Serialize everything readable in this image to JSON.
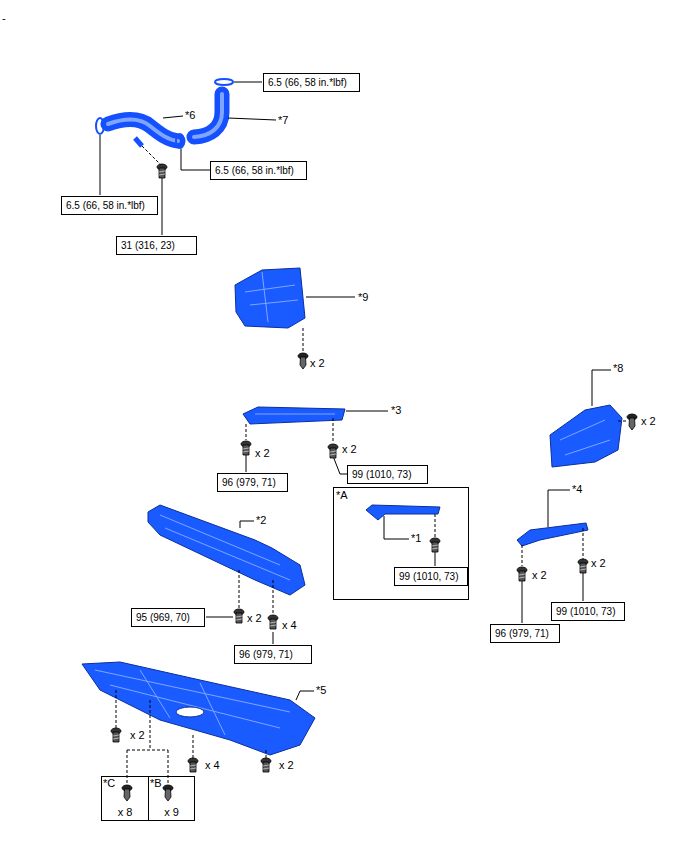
{
  "diagram": {
    "nodes": [
      {
        "text": [
          "6.5 (66, 58 in.*lbf)"
        ]
      },
      {
        "text": [
          "6.5 (66, 58 in.*lbf)"
        ]
      },
      {
        "text": [
          "6.5 (66, 58 in.*lbf)"
        ]
      },
      {
        "text": [
          "31 (316, 23)"
        ]
      },
      {
        "text": [
          "96 (979, 71)"
        ]
      },
      {
        "text": [
          "99 (1010, 73)"
        ]
      },
      {
        "text": [
          "*A"
        ]
      },
      {
        "text": [
          "99 (1010, 73)"
        ],
        "in": 6
      },
      {
        "text": [
          "95 (969, 70)"
        ]
      },
      {
        "text": [
          "96 (979, 71)"
        ]
      },
      {
        "text": [
          "99 (1010, 73)"
        ]
      },
      {
        "text": [
          "96 (979, 71)"
        ]
      },
      {
        "text": [
          "*C",
          "x 8"
        ]
      },
      {
        "text": [
          "*B",
          "x 9"
        ]
      }
    ],
    "labels": [
      "-",
      "*6",
      "*7",
      "*9",
      "x 2",
      "*8",
      "*3",
      "x 2",
      "x 2",
      "x 2",
      "*4",
      "*2",
      "*1",
      "x 2",
      "x 2",
      "x 2",
      "x 4",
      "*5",
      "x 2",
      "x 4",
      "x 2"
    ]
  }
}
